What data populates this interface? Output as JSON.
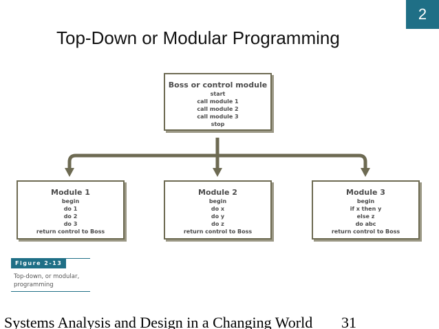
{
  "chapter": "2",
  "title": "Top-Down or Modular Programming",
  "diagram": {
    "boss": {
      "title": "Boss or control module",
      "lines": [
        "start",
        "call module 1",
        "call module 2",
        "call module 3",
        "stop"
      ]
    },
    "modules": [
      {
        "title": "Module 1",
        "lines": [
          "begin",
          "do 1",
          "do 2",
          "do 3",
          "return control to Boss"
        ]
      },
      {
        "title": "Module 2",
        "lines": [
          "begin",
          "do x",
          "do y",
          "do z",
          "return control to Boss"
        ]
      },
      {
        "title": "Module 3",
        "lines": [
          "begin",
          "if x then y",
          "else z",
          "do abc",
          "return control to Boss"
        ]
      }
    ],
    "connector_color": "#6d6a52"
  },
  "figure": {
    "label": "Figure 2-13",
    "caption": "Top-down, or modular, programming"
  },
  "footer": {
    "text": "Systems Analysis and Design in a Changing World",
    "page": "31"
  },
  "colors": {
    "accent": "#1f6f86",
    "box_border": "#6d6a52"
  }
}
